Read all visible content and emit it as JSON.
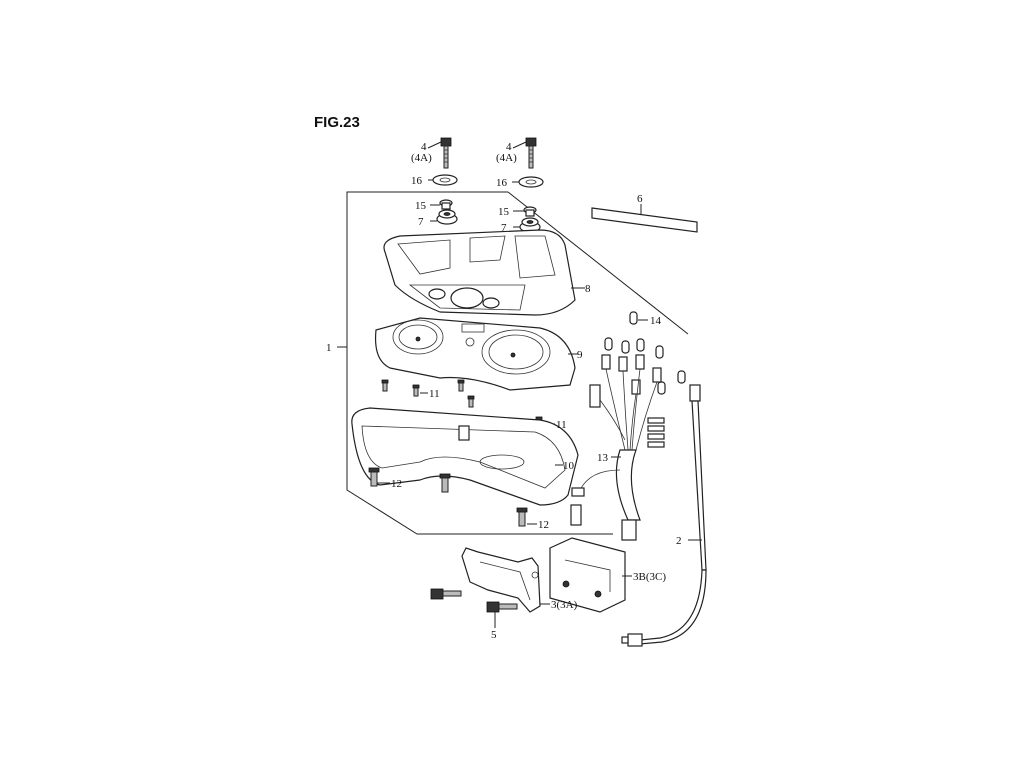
{
  "figure": {
    "title": "FIG.23"
  },
  "callouts": [
    {
      "id": "c1",
      "text": "1"
    },
    {
      "id": "c2",
      "text": "2"
    },
    {
      "id": "c3",
      "text": "3(3A)"
    },
    {
      "id": "c3b",
      "text": "3B(3C)"
    },
    {
      "id": "c4a",
      "text": "4"
    },
    {
      "id": "c4a_alt",
      "text": "(4A)"
    },
    {
      "id": "c4b",
      "text": "4"
    },
    {
      "id": "c4b_alt",
      "text": "(4A)"
    },
    {
      "id": "c5",
      "text": "5"
    },
    {
      "id": "c6",
      "text": "6"
    },
    {
      "id": "c7a",
      "text": "7"
    },
    {
      "id": "c7b",
      "text": "7"
    },
    {
      "id": "c8",
      "text": "8"
    },
    {
      "id": "c9",
      "text": "9"
    },
    {
      "id": "c10",
      "text": "10"
    },
    {
      "id": "c11a",
      "text": "11"
    },
    {
      "id": "c11b",
      "text": "11"
    },
    {
      "id": "c12a",
      "text": "12"
    },
    {
      "id": "c12b",
      "text": "12"
    },
    {
      "id": "c13",
      "text": "13"
    },
    {
      "id": "c14",
      "text": "14"
    },
    {
      "id": "c15a",
      "text": "15"
    },
    {
      "id": "c15b",
      "text": "15"
    },
    {
      "id": "c16a",
      "text": "16"
    },
    {
      "id": "c16b",
      "text": "16"
    }
  ]
}
